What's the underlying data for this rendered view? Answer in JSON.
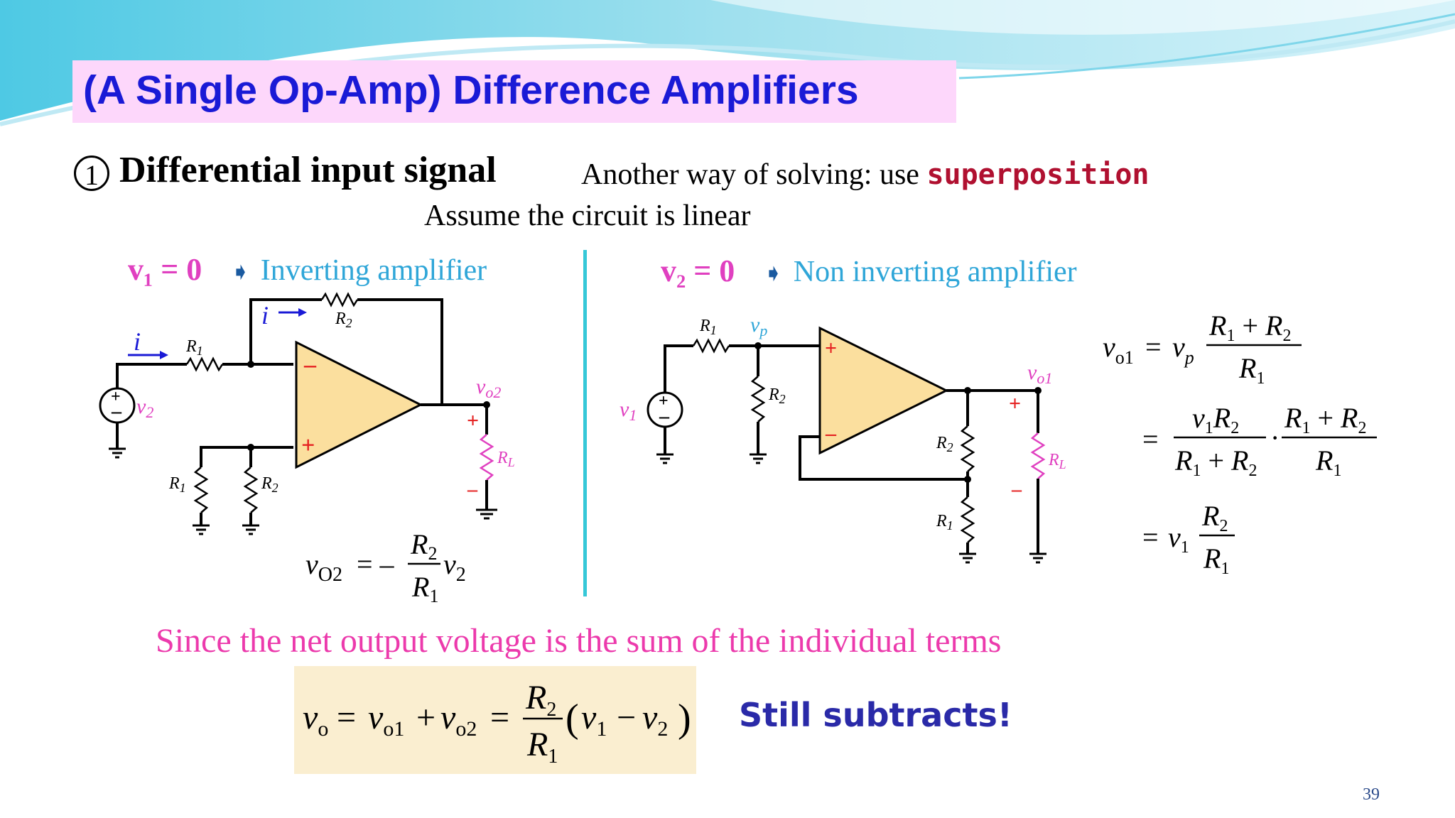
{
  "slide": {
    "title": "(A Single Op-Amp) Difference Amplifiers",
    "section_number": "1",
    "section_title": "Differential input signal",
    "method_prefix": "Another way of solving: use ",
    "method_keyword": "superposition",
    "assumption": "Assume the circuit is linear",
    "page_number": "39"
  },
  "left_case": {
    "condition": "v₁ = 0",
    "arrow": "➧",
    "label": "Inverting amplifier"
  },
  "right_case": {
    "condition": "v₂ = 0",
    "arrow": "➧",
    "label": "Non inverting amplifier"
  },
  "conclusion": {
    "statement": "Since the net output voltage is the sum of the individual terms",
    "remark": "Still subtracts!"
  },
  "colors": {
    "title_text": "#1a1ad6",
    "title_background": "#fdd7fb",
    "keyword": "#b01030",
    "magenta": "#e040c0",
    "cyan_label": "#2fa6d8",
    "opamp_fill": "#fbdf9e",
    "result_box": "#faeed0",
    "remark_text": "#2a2aa8",
    "divider": "#36c8d8"
  },
  "icons": [
    "voltage-source-icon",
    "ground-icon",
    "resistor-icon",
    "arrow-right-icon"
  ]
}
